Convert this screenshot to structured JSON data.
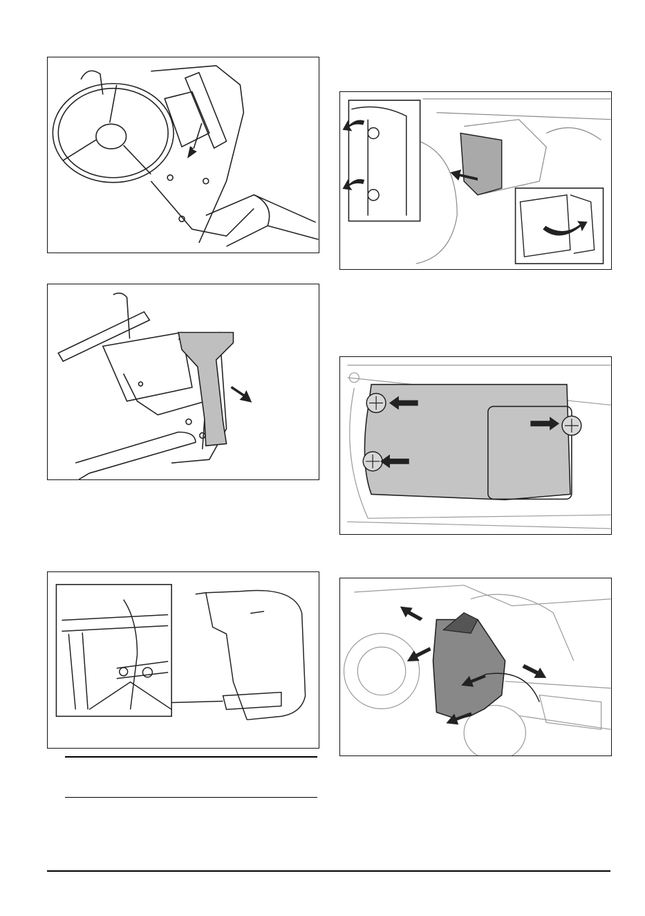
{
  "page": {
    "figures": [
      {
        "id": "steering-console-release",
        "description_label": ""
      },
      {
        "id": "console-cover-removal",
        "description_label": ""
      },
      {
        "id": "front-cover-hinge-detail",
        "description_label": ""
      },
      {
        "id": "battery-cover-knobs",
        "description_label": ""
      },
      {
        "id": "side-panel-screws",
        "description_label": ""
      },
      {
        "id": "side-cover-removal",
        "description_label": ""
      }
    ]
  }
}
